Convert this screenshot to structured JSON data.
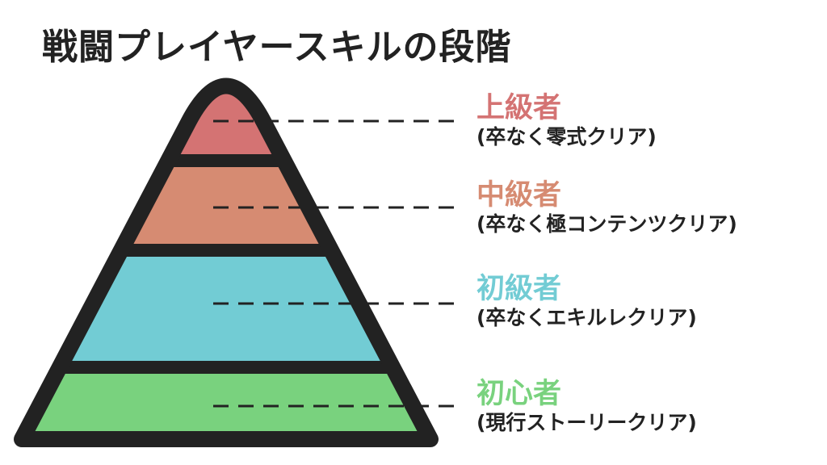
{
  "title": "戦闘プレイヤースキルの段階",
  "tiers": [
    {
      "name": "上級者",
      "desc": "(卒なく零式クリア)",
      "color": "#d47373"
    },
    {
      "name": "中級者",
      "desc": "(卒なく極コンテンツクリア)",
      "color": "#d68b72"
    },
    {
      "name": "初級者",
      "desc": "(卒なくエキルレクリア)",
      "color": "#72ccd4"
    },
    {
      "name": "初心者",
      "desc": "(現行ストーリークリア)",
      "color": "#79d27e"
    }
  ],
  "outline_color": "#222222"
}
